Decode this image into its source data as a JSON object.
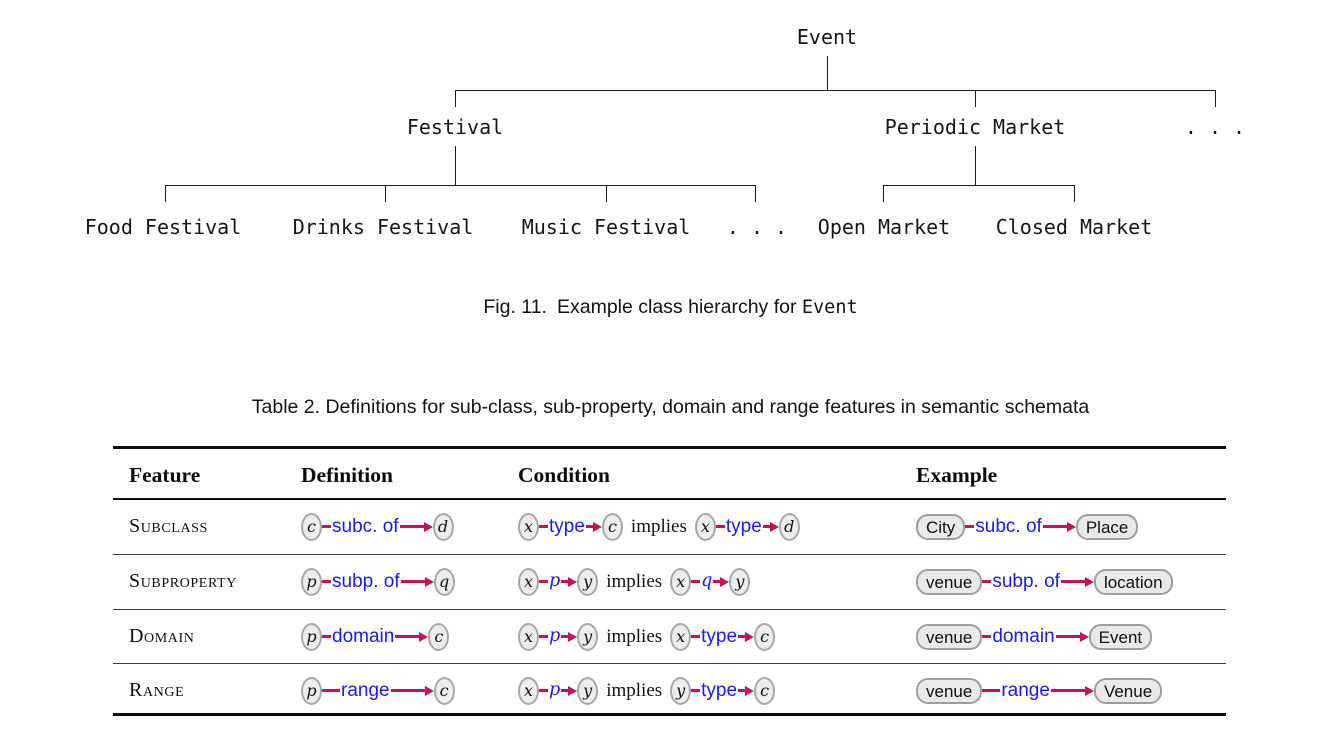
{
  "figure": {
    "tree": {
      "root": "Event",
      "level1": [
        {
          "label": "Festival"
        },
        {
          "label": "Periodic Market"
        },
        {
          "label": ". . ."
        }
      ],
      "festival_children": [
        {
          "label": "Food Festival"
        },
        {
          "label": "Drinks Festival"
        },
        {
          "label": "Music Festival"
        },
        {
          "label": ". . ."
        }
      ],
      "market_children": [
        {
          "label": "Open Market"
        },
        {
          "label": "Closed Market"
        }
      ]
    },
    "caption": {
      "prefix": "Fig. 11.",
      "text": "Example class hierarchy for",
      "code": "Event"
    }
  },
  "table2": {
    "caption": "Table 2.  Definitions for sub-class, sub-property, domain and range features in semantic schemata",
    "headers": [
      "Feature",
      "Definition",
      "Condition",
      "Example"
    ],
    "implies_word": "implies",
    "rows": [
      {
        "feature": "Subclass",
        "definition": {
          "source": "c",
          "label": "subc. of",
          "target": "d"
        },
        "condition": {
          "t1": {
            "source": "x",
            "label": "type",
            "target": "c"
          },
          "t2": {
            "source": "x",
            "label": "type",
            "target": "d"
          }
        },
        "example": {
          "source": "City",
          "label": "subc. of",
          "target": "Place"
        }
      },
      {
        "feature": "Subproperty",
        "definition": {
          "source": "p",
          "label": "subp. of",
          "target": "q"
        },
        "condition": {
          "t1": {
            "source": "x",
            "label": "p",
            "target": "y"
          },
          "t2": {
            "source": "x",
            "label": "q",
            "target": "y"
          }
        },
        "example": {
          "source": "venue",
          "label": "subp. of",
          "target": "location"
        }
      },
      {
        "feature": "Domain",
        "definition": {
          "source": "p",
          "label": "domain",
          "target": "c"
        },
        "condition": {
          "t1": {
            "source": "x",
            "label": "p",
            "target": "y"
          },
          "t2": {
            "source": "x",
            "label": "type",
            "target": "c"
          }
        },
        "example": {
          "source": "venue",
          "label": "domain",
          "target": "Event"
        }
      },
      {
        "feature": "Range",
        "definition": {
          "source": "p",
          "label": "range",
          "target": "c"
        },
        "condition": {
          "t1": {
            "source": "x",
            "label": "p",
            "target": "y"
          },
          "t2": {
            "source": "y",
            "label": "type",
            "target": "c"
          }
        },
        "example": {
          "source": "venue",
          "label": "range",
          "target": "Venue"
        }
      }
    ]
  },
  "colors": {
    "arrow_crimson": "#c1135a",
    "label_blue": "#1b1aee",
    "node_fill": "#ededed",
    "node_border": "#a7a7a7",
    "rule_black": "#0d0d0d"
  }
}
